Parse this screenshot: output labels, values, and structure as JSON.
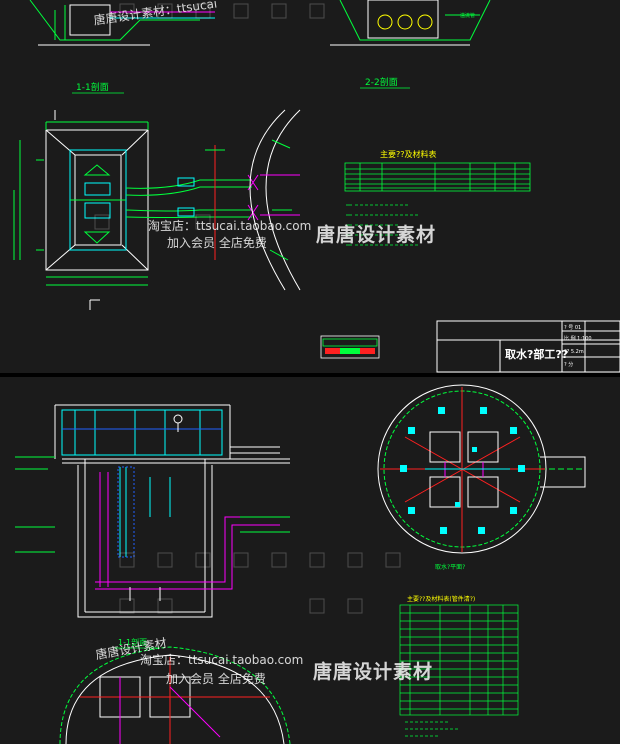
{
  "top": {
    "section_1_label": "1-1剖面",
    "section_2_label": "2-2剖面",
    "table_title": "主要??及材料表",
    "title_block_name": "取水?部工??",
    "title_block_rows": [
      "? 号 01",
      "比 例 1:100",
      "?? 5.2m",
      "? 分"
    ]
  },
  "bottom": {
    "section_label": "1-1剖面",
    "plan_label": "取水?平面?",
    "table_title": "主要??及材料表(管件清?)"
  },
  "watermarks": {
    "shop_top": "淘宝店：ttsucai.taobao.com",
    "brand_top": "唐唐设计素材",
    "member_top": "加入会员 全店免费",
    "shop_bottom": "淘宝店：ttsucai.taobao.com",
    "brand_bottom": "唐唐设计素材",
    "member_bottom": "加入会员 全店免费",
    "corner_top": "唐唐设计素材：ttsucai",
    "corner_bottom": "唐唐设计素材"
  },
  "colors": {
    "background": "#1b1b1b",
    "green": "#00ff3c",
    "yellow": "#ffff00",
    "cyan": "#00ffff",
    "magenta": "#ff00ff",
    "red": "#ff2020",
    "white": "#ffffff",
    "blue": "#2060ff"
  }
}
